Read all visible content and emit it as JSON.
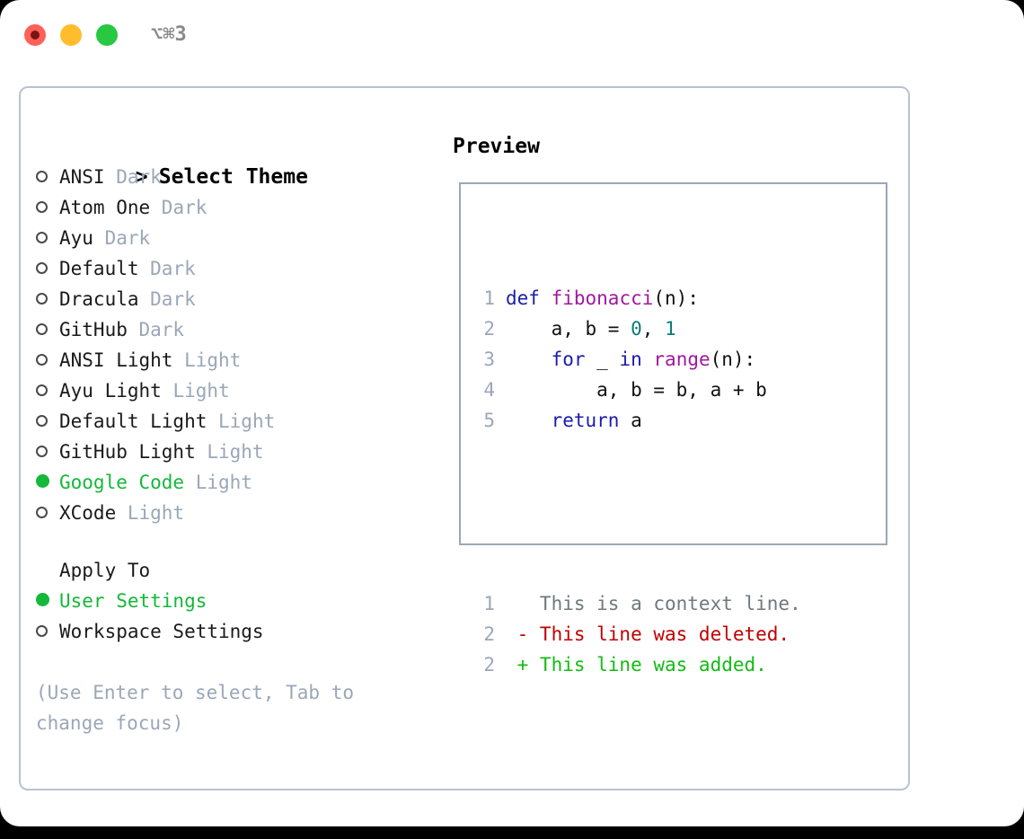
{
  "window": {
    "shortcut": "⌥⌘3",
    "traffic_lights": [
      {
        "name": "close",
        "color": "#ff6159"
      },
      {
        "name": "minimize",
        "color": "#ffbd2e"
      },
      {
        "name": "maximize",
        "color": "#28c840"
      }
    ]
  },
  "theme_picker": {
    "header_marker": ">",
    "header_label": "Select Theme",
    "unselected_marker": "o",
    "selected_marker": "●",
    "items": [
      {
        "name": "ANSI",
        "kind": "Dark",
        "selected": false
      },
      {
        "name": "Atom One",
        "kind": "Dark",
        "selected": false
      },
      {
        "name": "Ayu",
        "kind": "Dark",
        "selected": false
      },
      {
        "name": "Default",
        "kind": "Dark",
        "selected": false
      },
      {
        "name": "Dracula",
        "kind": "Dark",
        "selected": false
      },
      {
        "name": "GitHub",
        "kind": "Dark",
        "selected": false
      },
      {
        "name": "ANSI Light",
        "kind": "Light",
        "selected": false
      },
      {
        "name": "Ayu Light",
        "kind": "Light",
        "selected": false
      },
      {
        "name": "Default Light",
        "kind": "Light",
        "selected": false
      },
      {
        "name": "GitHub Light",
        "kind": "Light",
        "selected": false
      },
      {
        "name": "Google Code",
        "kind": "Light",
        "selected": true
      },
      {
        "name": "XCode",
        "kind": "Light",
        "selected": false
      }
    ]
  },
  "apply_to": {
    "heading": "Apply To",
    "options": [
      {
        "label": "User Settings",
        "selected": true
      },
      {
        "label": "Workspace Settings",
        "selected": false
      }
    ]
  },
  "help": {
    "text": "(Use Enter to select, Tab to change focus)"
  },
  "preview": {
    "label": "Preview",
    "code_lines": [
      {
        "number": "1",
        "tokens": [
          {
            "t": "def",
            "c": "kw"
          },
          {
            "t": " ",
            "c": "plain"
          },
          {
            "t": "fibonacci",
            "c": "fn"
          },
          {
            "t": "(n):",
            "c": "plain"
          }
        ]
      },
      {
        "number": "2",
        "tokens": [
          {
            "t": "    a, b = ",
            "c": "plain"
          },
          {
            "t": "0",
            "c": "num"
          },
          {
            "t": ", ",
            "c": "plain"
          },
          {
            "t": "1",
            "c": "num"
          }
        ]
      },
      {
        "number": "3",
        "tokens": [
          {
            "t": "    ",
            "c": "plain"
          },
          {
            "t": "for",
            "c": "kw"
          },
          {
            "t": " _ ",
            "c": "plain"
          },
          {
            "t": "in",
            "c": "kw"
          },
          {
            "t": " ",
            "c": "plain"
          },
          {
            "t": "range",
            "c": "fn"
          },
          {
            "t": "(n):",
            "c": "plain"
          }
        ]
      },
      {
        "number": "4",
        "tokens": [
          {
            "t": "        a, b = b, a + b",
            "c": "plain"
          }
        ]
      },
      {
        "number": "5",
        "tokens": [
          {
            "t": "    ",
            "c": "plain"
          },
          {
            "t": "return",
            "c": "kw"
          },
          {
            "t": " a",
            "c": "plain"
          }
        ]
      }
    ],
    "diff_lines": [
      {
        "number": "1",
        "sign": " ",
        "text": "This is a context line.",
        "kind": "ctx"
      },
      {
        "number": "2",
        "sign": "-",
        "text": "This line was deleted.",
        "kind": "del"
      },
      {
        "number": "2",
        "sign": "+",
        "text": "This line was added.",
        "kind": "add"
      }
    ]
  },
  "colors": {
    "accent_green": "#14b83a",
    "muted": "#9aa7b8",
    "panel_border": "#b9c2cf",
    "preview_border": "#9aa7b8",
    "keyword": "#1b1bac",
    "function": "#a0189e",
    "number": "#0b7b78",
    "diff_delete": "#c00000",
    "diff_add": "#13bb13",
    "diff_context": "#6e7880"
  }
}
